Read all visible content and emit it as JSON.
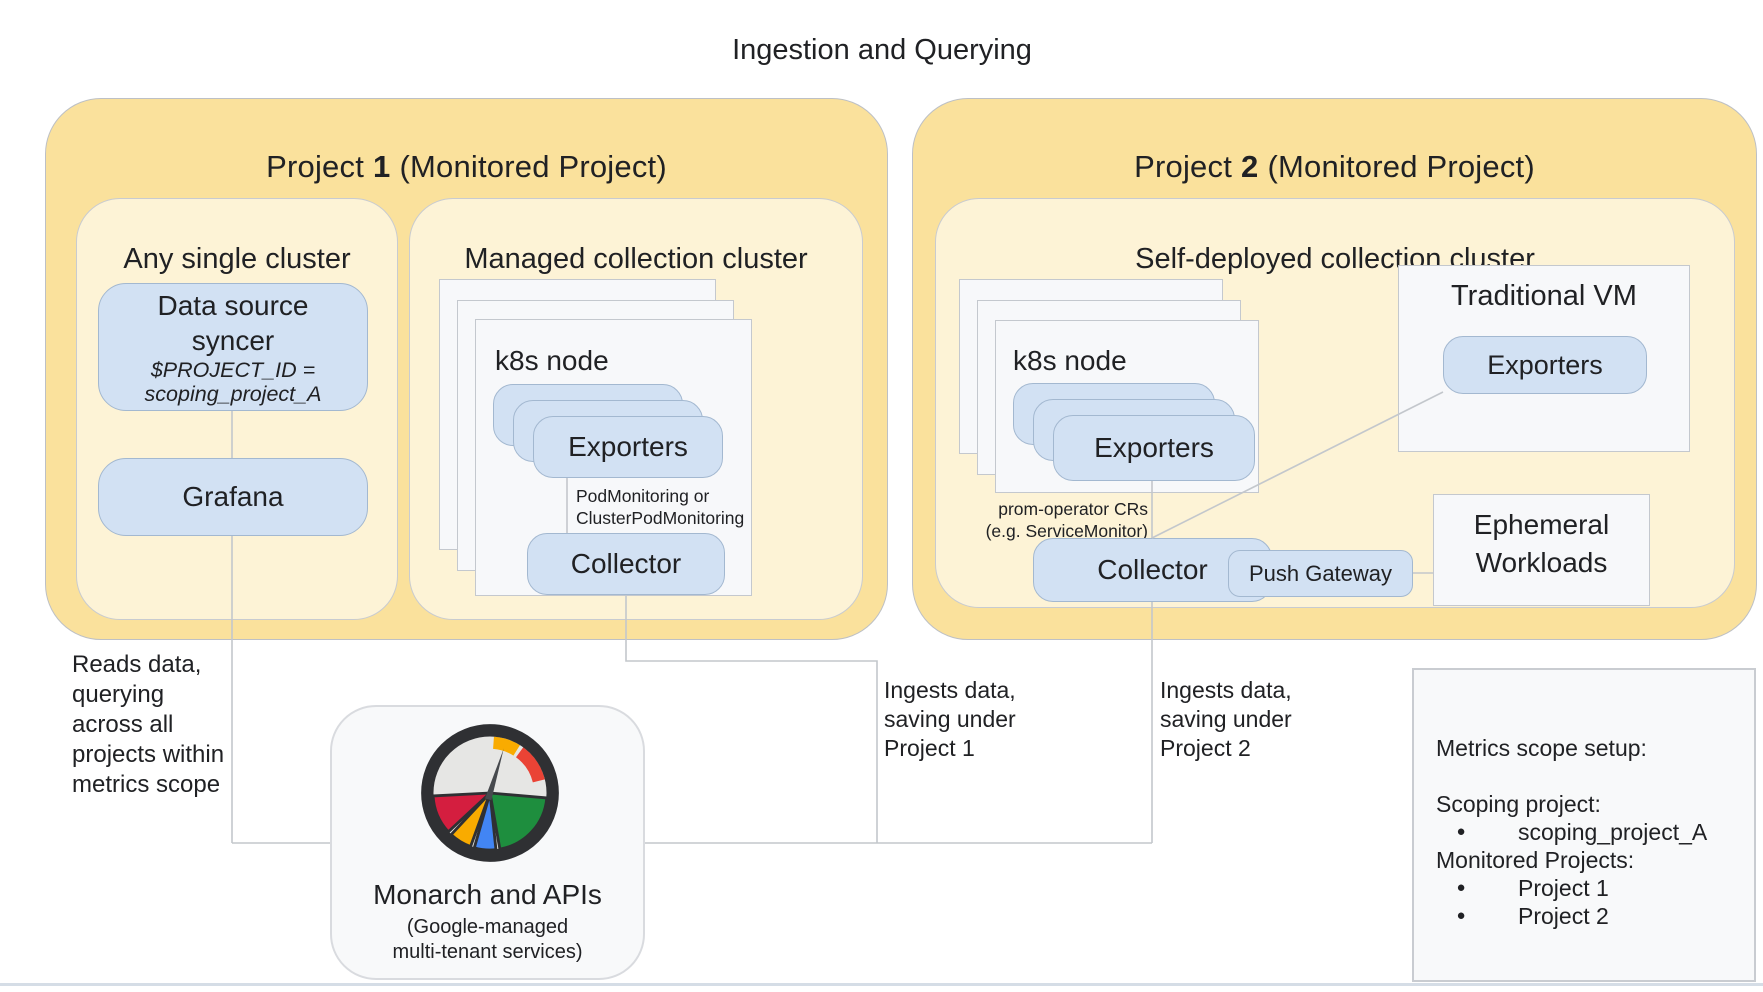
{
  "title": "Ingestion and Querying",
  "project1": {
    "name": "Project",
    "number": "1",
    "suffix": "(Monitored Project)",
    "any_single_cluster": {
      "label": "Any single cluster",
      "syncer_line1": "Data source",
      "syncer_line2": "syncer",
      "syncer_var_line1": "$PROJECT_ID =",
      "syncer_var_line2": "scoping_project_A",
      "grafana_label": "Grafana"
    },
    "managed_cluster": {
      "label": "Managed collection cluster",
      "node_label": "k8s node",
      "exporters_label": "Exporters",
      "note_line1": "PodMonitoring or",
      "note_line2": "ClusterPodMonitoring",
      "collector_label": "Collector"
    }
  },
  "project2": {
    "name": "Project",
    "number": "2",
    "suffix": "(Monitored Project)",
    "cluster": {
      "label": "Self-deployed collection cluster",
      "node_label": "k8s node",
      "exporters_label": "Exporters",
      "note_line1": "prom-operator CRs",
      "note_line2": "(e.g. ServiceMonitor)",
      "collector_label": "Collector",
      "push_gateway_label": "Push Gateway"
    },
    "traditional_vm": {
      "label": "Traditional VM",
      "exporters_label": "Exporters"
    },
    "ephemeral": {
      "line1": "Ephemeral",
      "line2": "Workloads"
    }
  },
  "monarch": {
    "title": "Monarch and APIs",
    "subtitle_line1": "(Google-managed",
    "subtitle_line2": "multi-tenant services)"
  },
  "annotations": {
    "reads": [
      "Reads data,",
      "querying",
      "across all",
      "projects within",
      "metrics scope"
    ],
    "ingest_p1": [
      "Ingests data,",
      "saving under",
      "Project 1"
    ],
    "ingest_p2": [
      "Ingests data,",
      "saving under",
      "Project 2"
    ]
  },
  "metrics_scope": {
    "title": "Metrics scope setup:",
    "scoping_label": "Scoping project:",
    "scoping_item": "scoping_project_A",
    "monitored_label": "Monitored Projects:",
    "monitored_item1": "Project 1",
    "monitored_item2": "Project 2",
    "bullet": "●"
  },
  "colors": {
    "project_fill": "#FAE19C",
    "cluster_fill": "#FDF3D6",
    "component_fill": "#D2E1F3",
    "sheet_fill": "#F7F8FA",
    "panel_fill": "#F8F9FA",
    "connector_line": "#C3C7CC",
    "text": "#202124",
    "bottom_rule": "#D5DDE6"
  }
}
